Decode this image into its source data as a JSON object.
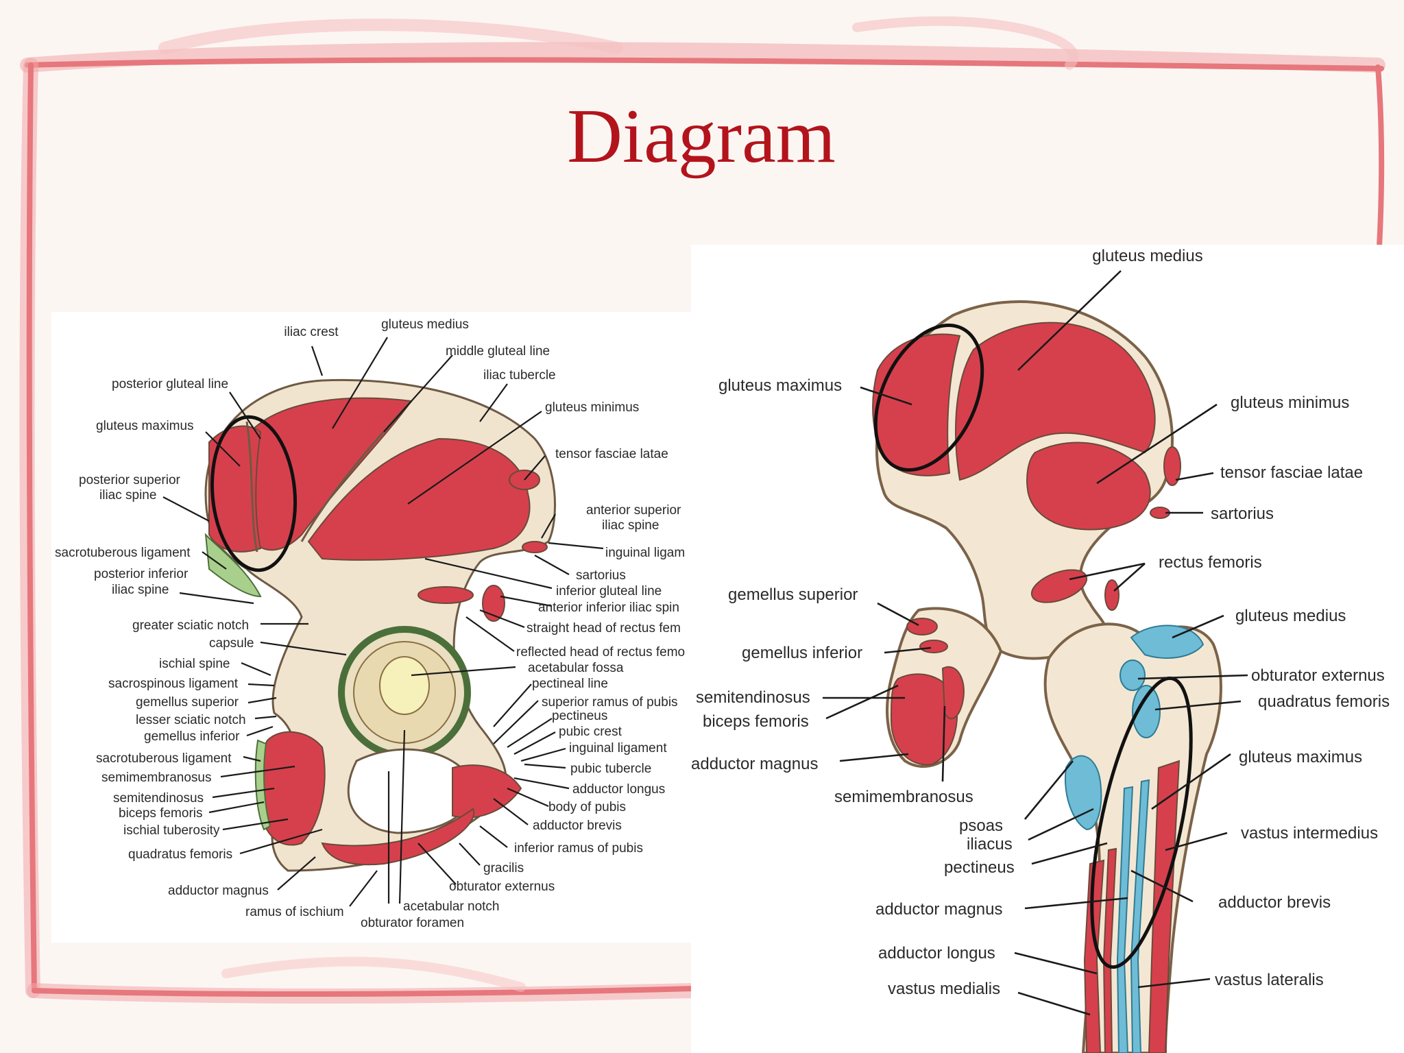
{
  "title": "Diagram",
  "left_diagram": {
    "labels": [
      "iliac crest",
      "gluteus medius",
      "middle gluteal line",
      "iliac tubercle",
      "posterior gluteal line",
      "gluteus minimus",
      "gluteus maximus",
      "tensor fasciae latae",
      "posterior superior",
      "iliac spine",
      "anterior superior",
      "iliac spine",
      "sacrotuberous ligament",
      "inguinal ligam",
      "posterior inferior",
      "iliac spine",
      "sartorius",
      "inferior gluteal line",
      "anterior inferior iliac spin",
      "greater sciatic notch",
      "straight head of rectus fem",
      "capsule",
      "reflected head of rectus femo",
      "ischial spine",
      "acetabular fossa",
      "sacrospinous ligament",
      "pectineal line",
      "gemellus superior",
      "superior ramus of pubis",
      "lesser sciatic notch",
      "pectineus",
      "gemellus inferior",
      "pubic crest",
      "inguinal ligament",
      "sacrotuberous ligament",
      "pubic tubercle",
      "semimembranosus",
      "adductor longus",
      "semitendinosus",
      "body of pubis",
      "biceps femoris",
      "adductor brevis",
      "ischial tuberosity",
      "inferior ramus of pubis",
      "quadratus femoris",
      "gracilis",
      "obturator externus",
      "adductor magnus",
      "acetabular notch",
      "ramus of ischium",
      "obturator foramen"
    ]
  },
  "right_diagram": {
    "labels": [
      "gluteus medius",
      "gluteus maximus",
      "gluteus minimus",
      "tensor fasciae latae",
      "sartorius",
      "rectus femoris",
      "gemellus superior",
      "gluteus medius",
      "gemellus inferior",
      "obturator externus",
      "semitendinosus",
      "quadratus femoris",
      "biceps femoris",
      "gluteus maximus",
      "adductor magnus",
      "semimembranosus",
      "psoas",
      "iliacus",
      "vastus intermedius",
      "pectineus",
      "adductor magnus",
      "adductor brevis",
      "adductor longus",
      "vastus lateralis",
      "vastus medialis"
    ]
  },
  "colors": {
    "title": "#b3141c",
    "frame": "#e8747a",
    "muscle": "#d6404c",
    "bone": "#f1e4cf",
    "ligament": "#a8cf8c",
    "tendon_blue": "#6fbcd6"
  }
}
